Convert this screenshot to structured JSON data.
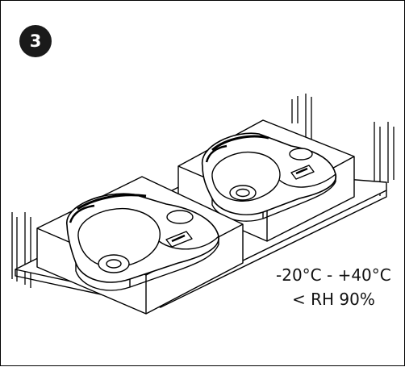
{
  "step": {
    "number": "3"
  },
  "storage_conditions": {
    "temperature_range": "-20°C  -  +40°C",
    "humidity": "< RH 90%"
  }
}
